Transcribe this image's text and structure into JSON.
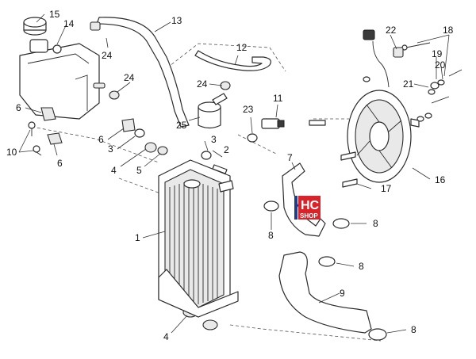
{
  "callouts": [
    "1",
    "2",
    "3",
    "3",
    "4",
    "4",
    "5",
    "6",
    "6",
    "6",
    "7",
    "8",
    "8",
    "8",
    "8",
    "9",
    "10",
    "11",
    "12",
    "13",
    "14",
    "15",
    "16",
    "17",
    "18",
    "19",
    "20",
    "21",
    "22",
    "23",
    "24",
    "24",
    "24",
    "25"
  ],
  "logo": {
    "main": "HC",
    "sub": "SHOP",
    "accent": "#d8232a",
    "bar": "#1f3c8c"
  },
  "colors": {
    "line": "#2b2b2b",
    "background": "#ffffff"
  }
}
